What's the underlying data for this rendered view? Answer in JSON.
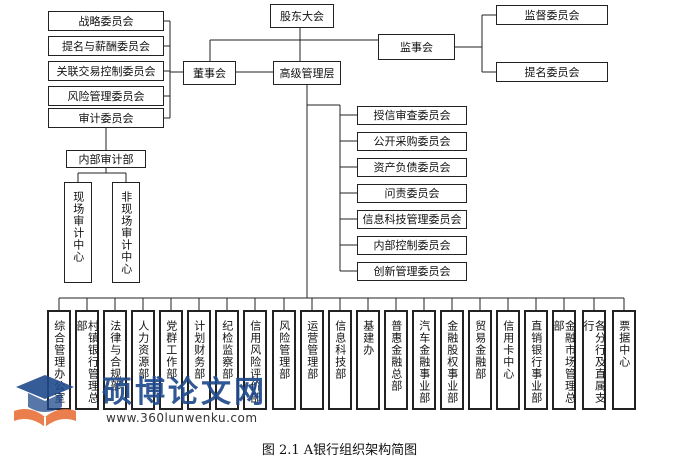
{
  "top": {
    "shareholders": "股东大会",
    "board": "董事会",
    "supervisors": "监事会",
    "management": "高级管理层"
  },
  "board_committees": [
    "战略委员会",
    "提名与薪酬委员会",
    "关联交易控制委员会",
    "风险管理委员会",
    "审计委员会"
  ],
  "supervisor_committees": [
    "监督委员会",
    "提名委员会"
  ],
  "audit": {
    "dept": "内部审计部",
    "centers": [
      "现场审计中心",
      "非现场审计中心"
    ]
  },
  "management_committees": [
    "授信审查委员会",
    "公开采购委员会",
    "资产负债委员会",
    "问责委员会",
    "信息科技管理委员会",
    "内部控制委员会",
    "创新管理委员会"
  ],
  "departments": [
    "综合管理办公室",
    "村镇银行管理总部",
    "法律与合规部",
    "人力资源部",
    "党群工作部",
    "计划财务部",
    "纪检监察部",
    "信用风险评价部",
    "风险管理部",
    "运营管理部",
    "信息科技部",
    "基建办",
    "普惠金融总部",
    "汽车金融事业部",
    "金融股权事业部",
    "贸易金融部",
    "信用卡中心",
    "直销银行事业部",
    "金融市场管理总部",
    "各分行及直属支行",
    "票据中心"
  ],
  "caption": "图 2.1  A银行组织架构简图",
  "watermark": {
    "title": "硕博论文网",
    "url": "www.360lunwenku.com"
  },
  "colors": {
    "line": "#222222",
    "watermark_blue": "#1f4a8c",
    "watermark_orange": "#e8703a"
  }
}
